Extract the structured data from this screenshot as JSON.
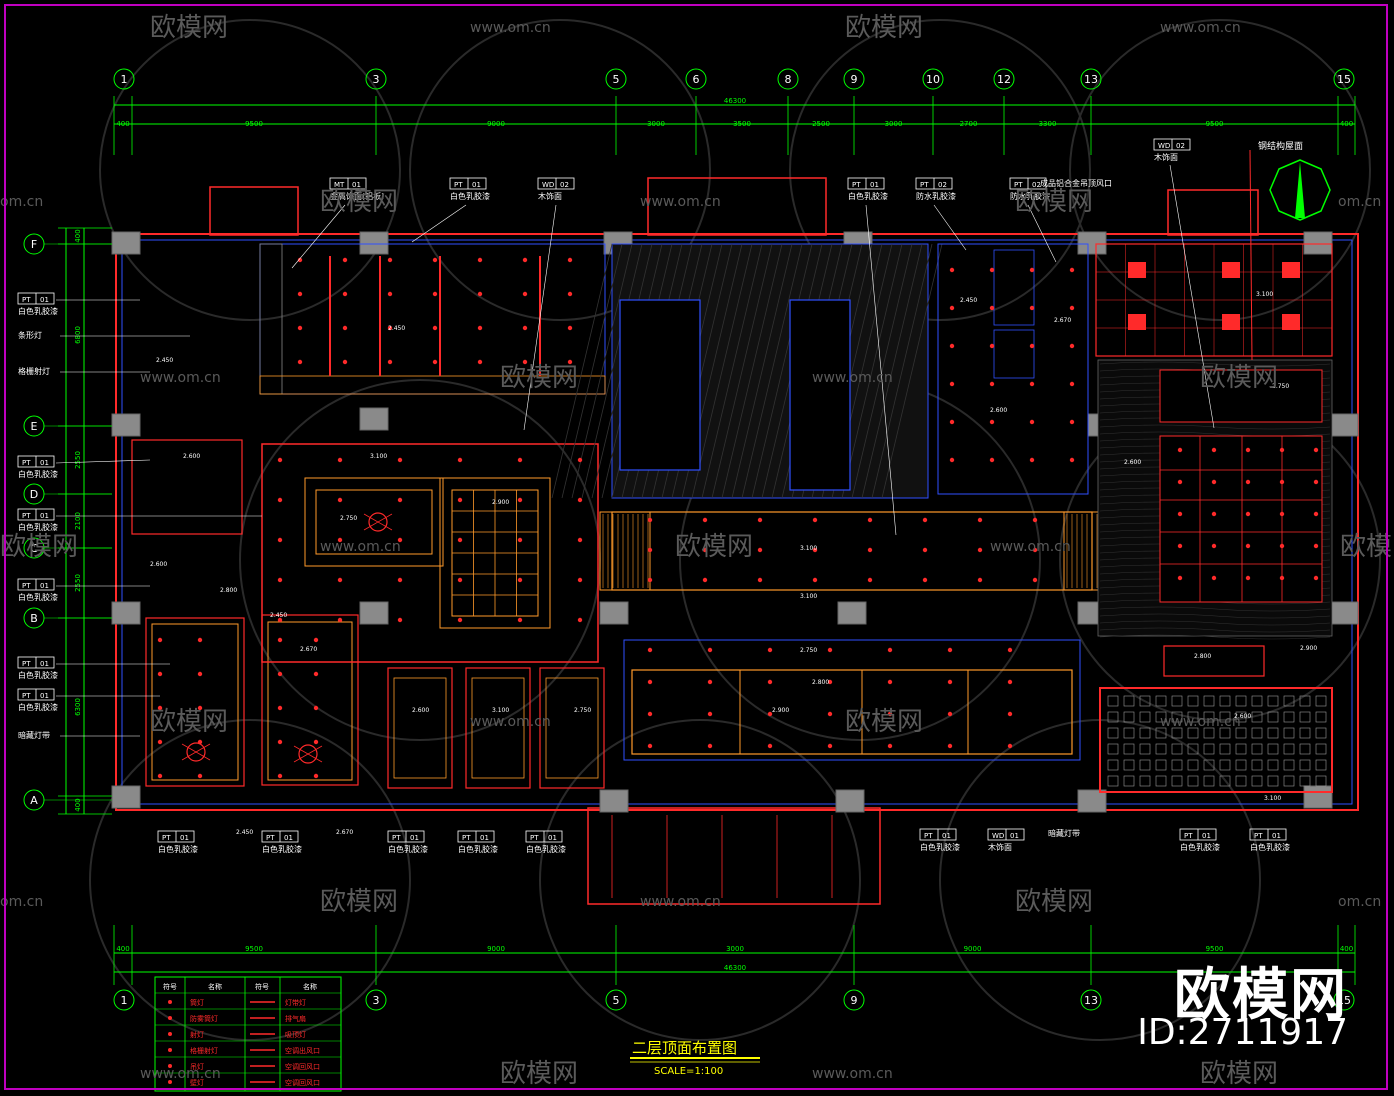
{
  "drawing": {
    "title": "二层顶面布置图",
    "scale": "SCALE=1:100",
    "north_label": "钢结构屋面",
    "total_dim_top": "46300",
    "total_dim_bottom": "46300"
  },
  "watermark": {
    "site": "www.om.cn",
    "short": "om.cn",
    "brand": "欧模网",
    "id_text": "ID:2711917"
  },
  "grid_top": [
    "1",
    "3",
    "5",
    "6",
    "8",
    "9",
    "10",
    "12",
    "13",
    "15"
  ],
  "grid_bottom": [
    "1",
    "3",
    "5",
    "9",
    "13",
    "15"
  ],
  "grid_left": [
    "F",
    "E",
    "D",
    "C",
    "B",
    "A"
  ],
  "dims_top": [
    "400",
    "9500",
    "9000",
    "3000",
    "3500",
    "2500",
    "3000",
    "2700",
    "3300",
    "9500",
    "400"
  ],
  "dims_bottom": [
    "400",
    "9500",
    "9000",
    "3000",
    "9000",
    "9500",
    "400"
  ],
  "dims_left": [
    "400",
    "6800",
    "2550",
    "2100",
    "2550",
    "6300",
    "400"
  ],
  "tags_top": [
    {
      "code": "MT",
      "num": "01",
      "text": "金属饰面(铝板)"
    },
    {
      "code": "PT",
      "num": "01",
      "text": "白色乳胶漆"
    },
    {
      "code": "WD",
      "num": "02",
      "text": "木饰面"
    },
    {
      "code": "PT",
      "num": "01",
      "text": "白色乳胶漆"
    },
    {
      "code": "PT",
      "num": "02",
      "text": "防水乳胶漆"
    },
    {
      "code": "PT",
      "num": "02",
      "text": "防水乳胶漆"
    },
    {
      "code": "WD",
      "num": "02",
      "text": "木饰面"
    }
  ],
  "tags_left": [
    {
      "code": "PT",
      "num": "01",
      "text": "白色乳胶漆"
    },
    {
      "code": "",
      "num": "",
      "text": "条形灯"
    },
    {
      "code": "",
      "num": "",
      "text": "格栅射灯"
    },
    {
      "code": "PT",
      "num": "01",
      "text": "白色乳胶漆"
    },
    {
      "code": "PT",
      "num": "01",
      "text": "白色乳胶漆"
    },
    {
      "code": "PT",
      "num": "01",
      "text": "白色乳胶漆"
    },
    {
      "code": "PT",
      "num": "01",
      "text": "白色乳胶漆"
    },
    {
      "code": "PT",
      "num": "01",
      "text": "白色乳胶漆"
    },
    {
      "code": "",
      "num": "",
      "text": "暗藏灯带"
    }
  ],
  "tags_bottom": [
    {
      "code": "PT",
      "num": "01",
      "text": "白色乳胶漆"
    },
    {
      "code": "PT",
      "num": "01",
      "text": "白色乳胶漆"
    },
    {
      "code": "PT",
      "num": "01",
      "text": "白色乳胶漆"
    },
    {
      "code": "PT",
      "num": "01",
      "text": "白色乳胶漆"
    },
    {
      "code": "PT",
      "num": "01",
      "text": "白色乳胶漆"
    },
    {
      "code": "PT",
      "num": "01",
      "text": "白色乳胶漆"
    },
    {
      "code": "WD",
      "num": "01",
      "text": "木饰面"
    },
    {
      "code": "",
      "num": "",
      "text": "暗藏灯带"
    },
    {
      "code": "PT",
      "num": "01",
      "text": "白色乳胶漆"
    },
    {
      "code": "PT",
      "num": "01",
      "text": "白色乳胶漆"
    }
  ],
  "extra_label": "成品铝合金吊顶风口",
  "elevations": [
    "2.450",
    "2.670",
    "2.600",
    "3.100",
    "2.750",
    "2.900",
    "2.800"
  ],
  "legend": {
    "headers": [
      "符号",
      "名称",
      "符号",
      "名称"
    ],
    "rows": [
      [
        "筒灯",
        "灯带灯"
      ],
      [
        "防雾筒灯",
        "排气扇"
      ],
      [
        "射灯",
        "吸顶灯"
      ],
      [
        "格栅射灯",
        "空调出风口"
      ],
      [
        "吊灯",
        "空调回风口"
      ],
      [
        "壁灯",
        "空调回风口"
      ]
    ]
  },
  "colors": {
    "background": "#000000",
    "frame": "#c000c0",
    "dim": "#00ff00",
    "wall": "#ff2a2a",
    "wall_fill": "#8a8a8a",
    "blue": "#3050ff",
    "orange": "#ff9a2a",
    "yellow": "#ffff00",
    "cyan": "#00e0e0",
    "white": "#ffffff"
  }
}
